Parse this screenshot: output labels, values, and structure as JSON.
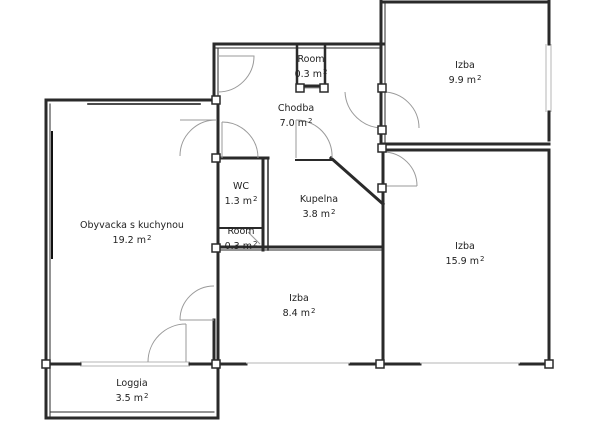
{
  "rooms": [
    {
      "id": "room-top",
      "name": "Room",
      "area": "0.3 m",
      "unit_sup": "2"
    },
    {
      "id": "izba-1",
      "name": "Izba",
      "area": "9.9 m",
      "unit_sup": "2"
    },
    {
      "id": "chodba",
      "name": "Chodba",
      "area": "7.0 m",
      "unit_sup": "2"
    },
    {
      "id": "wc",
      "name": "WC",
      "area": "1.3 m",
      "unit_sup": "2"
    },
    {
      "id": "kupelna",
      "name": "Kupelna",
      "area": "3.8 m",
      "unit_sup": "2"
    },
    {
      "id": "obyvacka",
      "name": "Obyvacka s kuchynou",
      "area": "19.2 m",
      "unit_sup": "2"
    },
    {
      "id": "room-bottom",
      "name": "Room",
      "area": "0.3 m",
      "unit_sup": "2"
    },
    {
      "id": "izba-2",
      "name": "Izba",
      "area": "15.9 m",
      "unit_sup": "2"
    },
    {
      "id": "izba-3",
      "name": "Izba",
      "area": "8.4 m",
      "unit_sup": "2"
    },
    {
      "id": "loggia",
      "name": "Loggia",
      "area": "3.5 m",
      "unit_sup": "2"
    }
  ],
  "colors": {
    "wall": "#2a2a2a",
    "wall_fill": "#444444",
    "door_arc": "#9a9a9a",
    "window": "#b5b5b5",
    "text": "#222222"
  }
}
